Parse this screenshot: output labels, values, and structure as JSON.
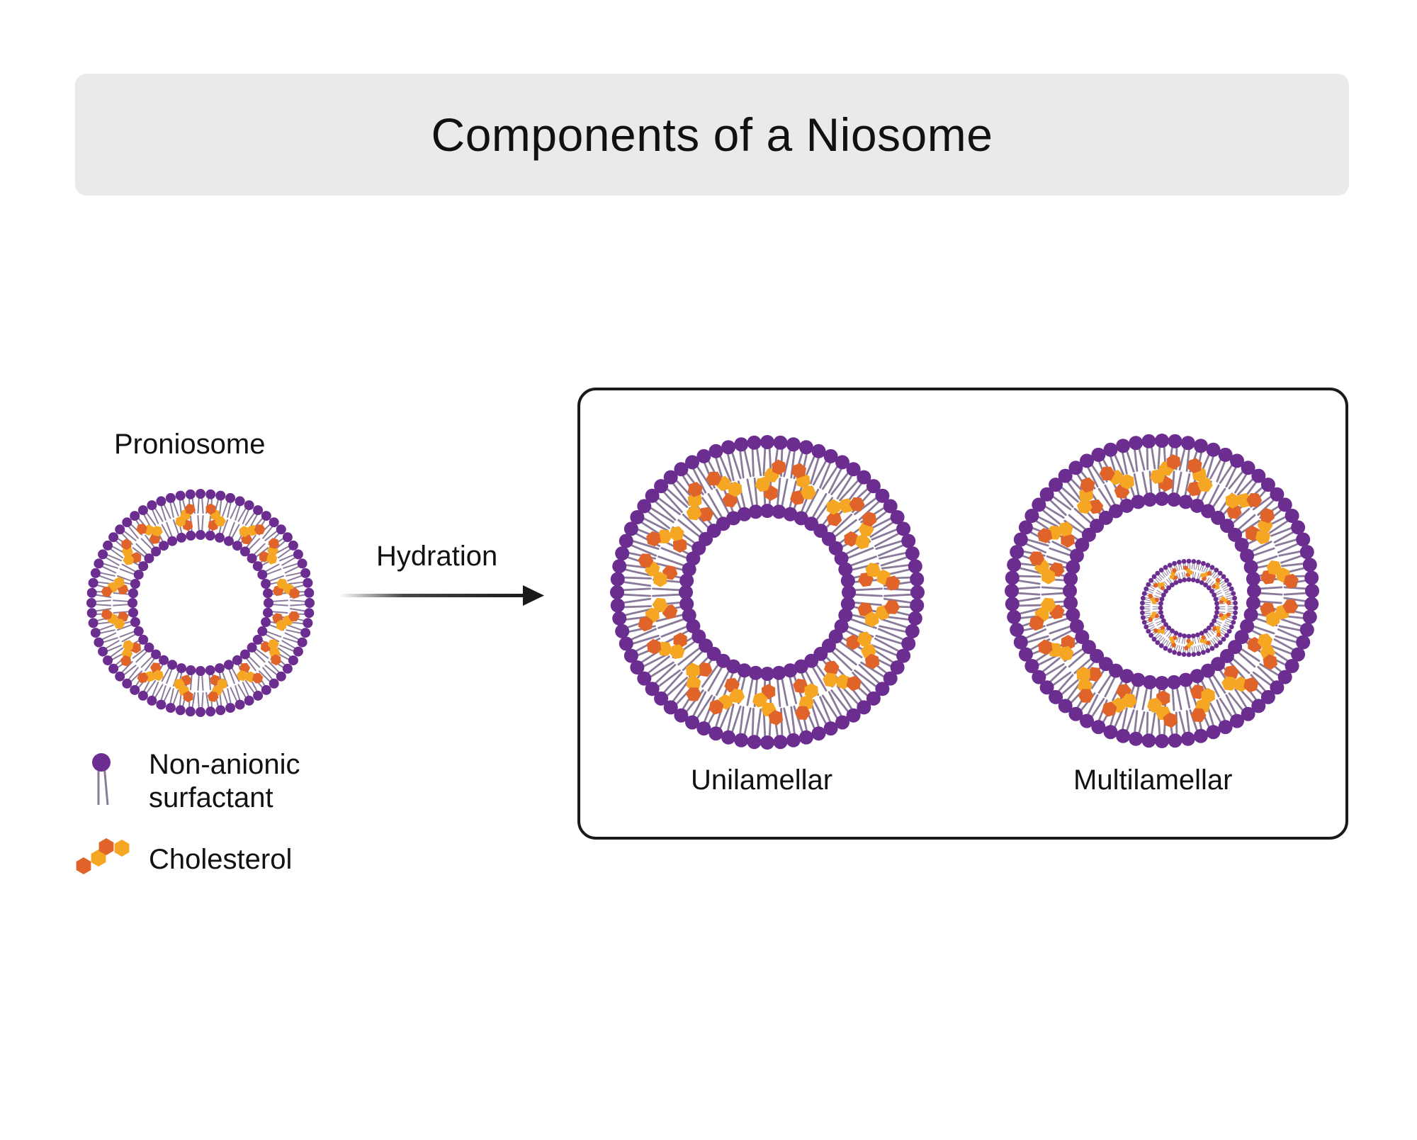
{
  "title": "Components of a Niosome",
  "proniosome": {
    "label": "Proniosome"
  },
  "process": {
    "label": "Hydration"
  },
  "unilamellar": {
    "label": "Unilamellar"
  },
  "multilamellar": {
    "label": "Multilamellar"
  },
  "legend": {
    "surfactant_line1": "Non-anionic",
    "surfactant_line2": "surfactant",
    "cholesterol": "Cholesterol"
  },
  "colors": {
    "surfactant_head": "#6b2d8f",
    "surfactant_tail": "#8a7a9a",
    "cholesterol_orange": "#f5a623",
    "cholesterol_dark": "#e0642a",
    "arrow": "#1a1a1a",
    "banner": "#eaeaea"
  }
}
